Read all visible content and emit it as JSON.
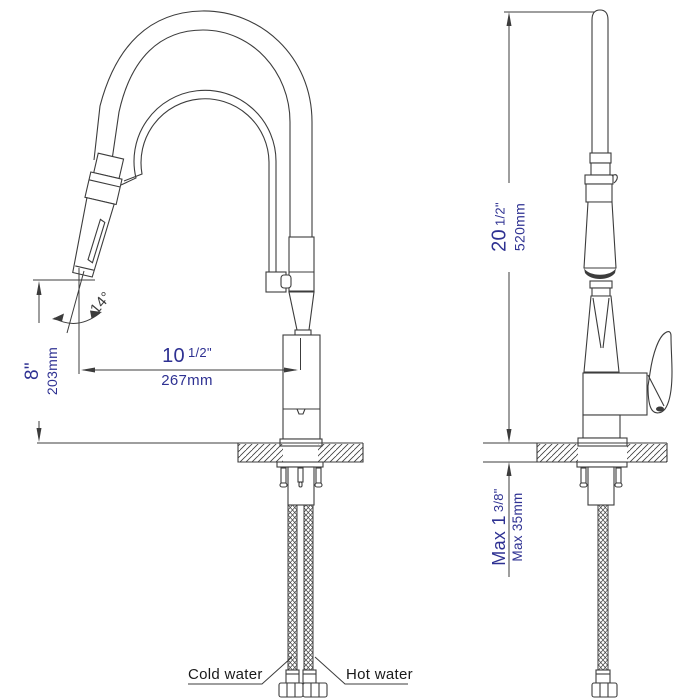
{
  "dimensions": {
    "spout_outlet_height": {
      "inches": "8\"",
      "mm": "203mm"
    },
    "sprayer_angle": {
      "degrees": "14°"
    },
    "spout_reach": {
      "inches_whole": "10",
      "inches_frac": "1/2\"",
      "mm": "267mm"
    },
    "overall_height": {
      "inches_whole": "20",
      "inches_frac": "1/2\"",
      "mm": "520mm"
    },
    "deck_thickness": {
      "label_whole": "Max 1",
      "label_frac": "3/8\"",
      "mm": "Max 35mm"
    }
  },
  "labels": {
    "cold_water": "Cold water",
    "hot_water": "Hot water"
  },
  "colors": {
    "dimension_text": "#2e3192",
    "line_color": "#3c3c3c",
    "label_text": "#1a1a1a",
    "background": "#ffffff"
  }
}
